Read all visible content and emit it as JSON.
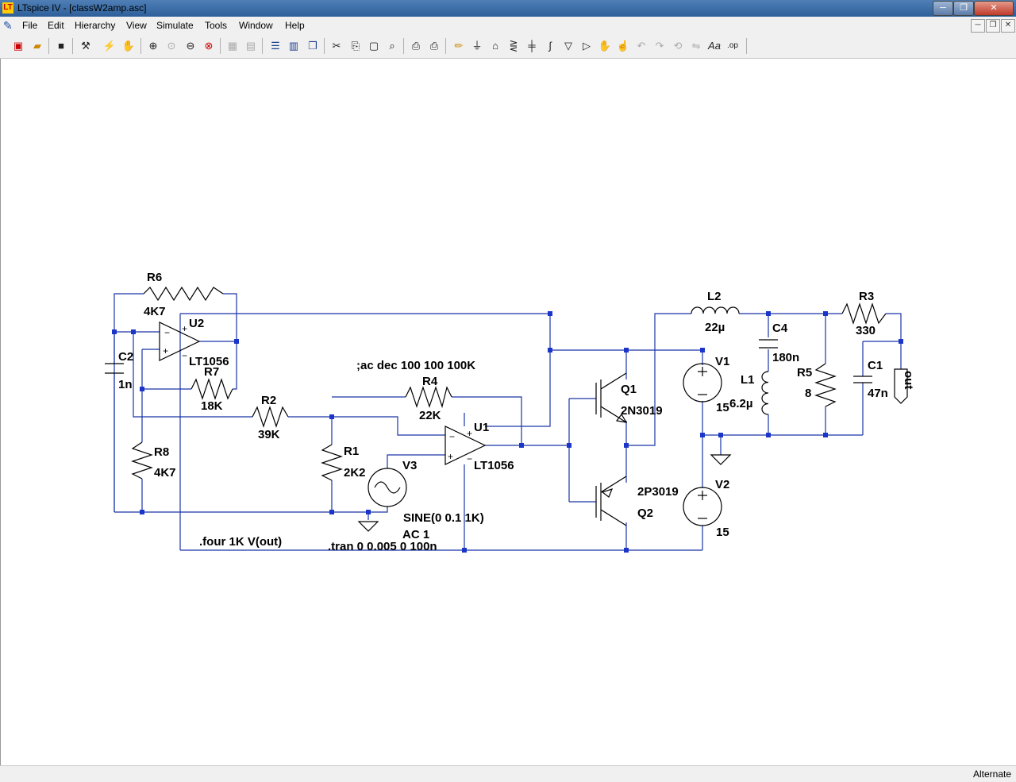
{
  "window": {
    "title": "LTspice IV - [classW2amp.asc]"
  },
  "menu": [
    "File",
    "Edit",
    "Hierarchy",
    "View",
    "Simulate",
    "Tools",
    "Window",
    "Help"
  ],
  "toolbar_icons": [
    "new-schematic-icon",
    "open-icon",
    "save-icon",
    "control-panel-icon",
    "run-icon",
    "halt-icon",
    "zoom-in-icon",
    "zoom-pan-icon",
    "zoom-out-icon",
    "zoom-cancel-icon",
    "autorange-icon",
    "mark-icon",
    "tile-horizontal-icon",
    "tile-vertical-icon",
    "cascade-icon",
    "cut-icon",
    "copy-icon",
    "paste-icon",
    "find-icon",
    "print-setup-icon",
    "print-icon",
    "wire-icon",
    "ground-icon",
    "label-icon",
    "resistor-icon",
    "capacitor-icon",
    "inductor-icon",
    "diode-icon",
    "component-icon",
    "move-icon",
    "drag-icon",
    "undo-icon",
    "redo-icon",
    "rotate-icon",
    "mirror-icon",
    "text-icon",
    "spice-directive-icon"
  ],
  "status": {
    "mode": "Alternate"
  },
  "labels": {
    "R6": "R6",
    "R6v": "4K7",
    "U2": "U2",
    "U2v": "LT1056",
    "C2": "C2",
    "C2v": "1n",
    "R7": "R7",
    "R7v": "18K",
    "R2": "R2",
    "R2v": "39K",
    "R8": "R8",
    "R8v": "4K7",
    "R4": "R4",
    "R4v": "22K",
    "R1": "R1",
    "R1v": "2K2",
    "U1": "U1",
    "U1v": "LT1056",
    "V3": "V3",
    "V3v1": "SINE(0 0.1 1K)",
    "V3v2": "AC 1",
    "Q1": "Q1",
    "Q1v": "2N3019",
    "Q2": "Q2",
    "Q2v": "2P3019",
    "L2": "L2",
    "L2v": "22µ",
    "C4": "C4",
    "C4v": "180n",
    "L1": "L1",
    "L1v": "6.2µ",
    "R5": "R5",
    "R5v": "8",
    "R3": "R3",
    "R3v": "330",
    "C1": "C1",
    "C1v": "47n",
    "V1": "V1",
    "V1v": "15",
    "V2": "V2",
    "V2v": "15",
    "out": "out",
    "dir_ac": ";ac dec 100 100 100K",
    "dir_four": ".four 1K V(out)",
    "dir_tran": ".tran 0 0.005 0 100n"
  }
}
